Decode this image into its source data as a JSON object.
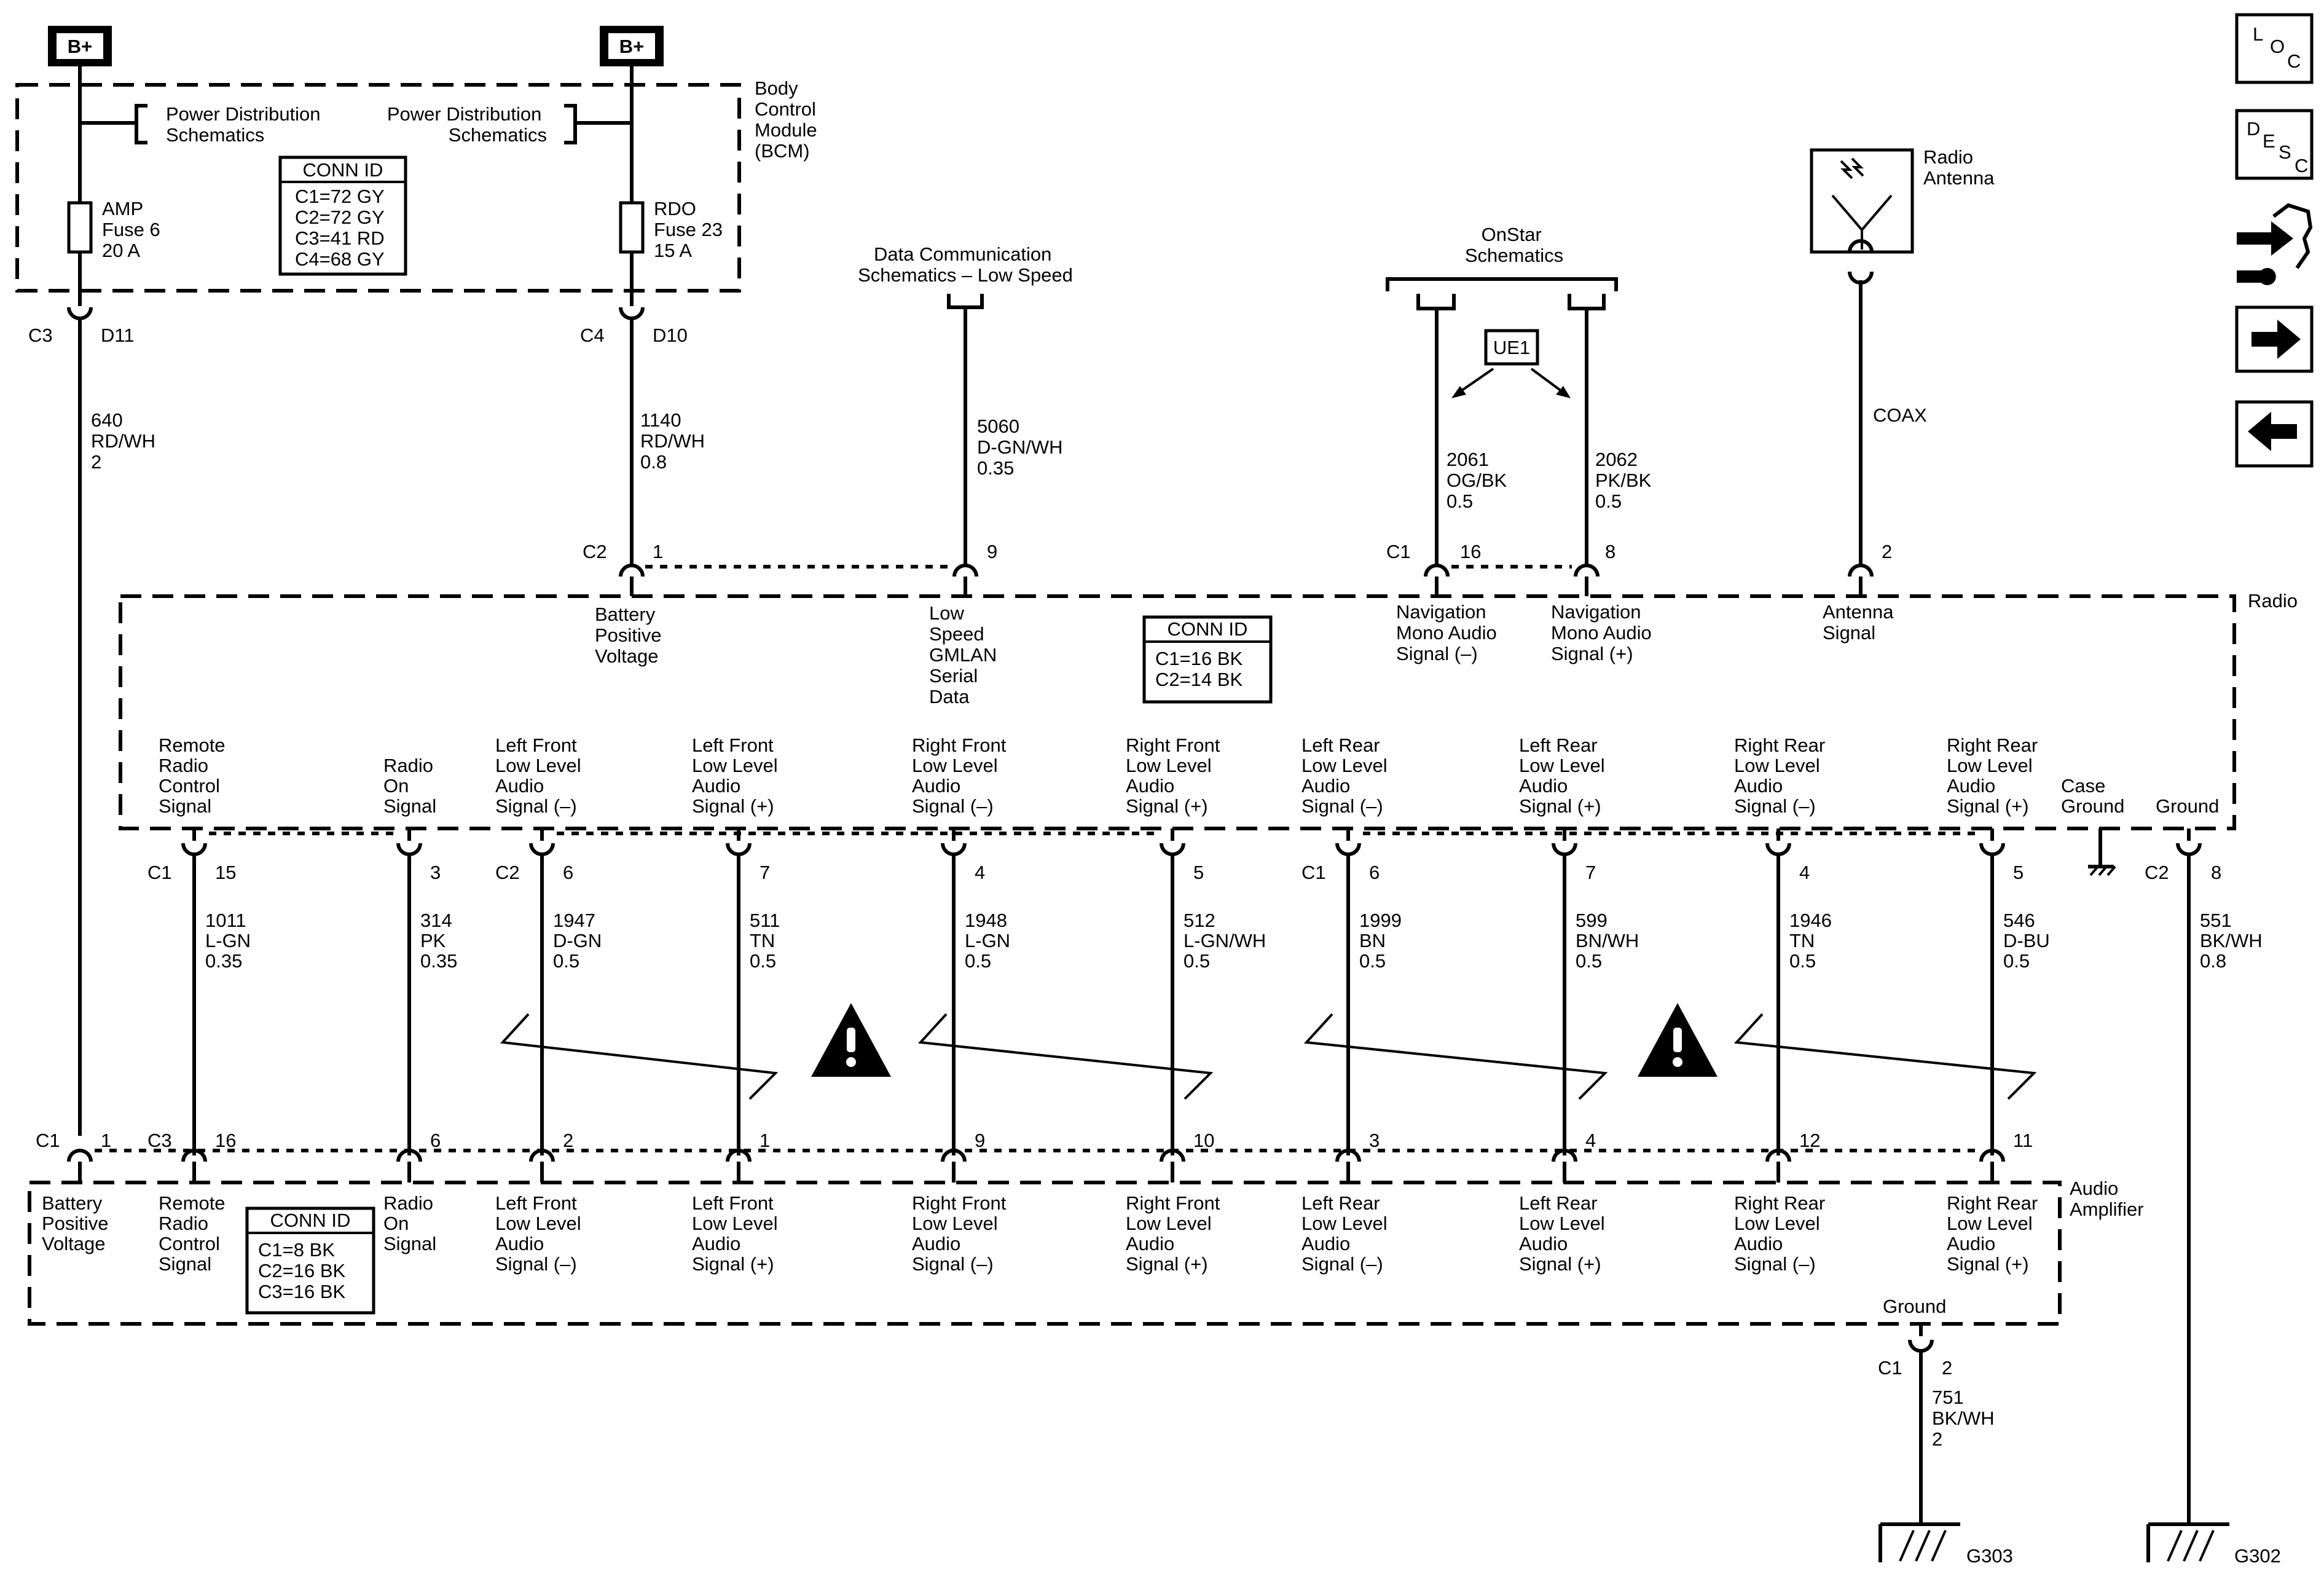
{
  "power": {
    "bplus": "B+"
  },
  "bcm": {
    "title": [
      "Body",
      "Control",
      "Module",
      "(BCM)"
    ],
    "pd_left": [
      "Power Distribution",
      "Schematics"
    ],
    "pd_right": [
      "Power Distribution",
      "Schematics"
    ],
    "conn_title": "CONN ID",
    "conn": [
      "C1=72 GY",
      "C2=72 GY",
      "C3=41 RD",
      "C4=68 GY"
    ],
    "fuse_left": [
      "AMP",
      "Fuse 6",
      "20 A"
    ],
    "fuse_right": [
      "RDO",
      "Fuse 23",
      "15 A"
    ],
    "pin_left_conn": "C3",
    "pin_left": "D11",
    "pin_right_conn": "C4",
    "pin_right": "D10"
  },
  "top_refs": {
    "data_comm": [
      "Data Communication",
      "Schematics – Low Speed"
    ],
    "onstar": [
      "OnStar",
      "Schematics"
    ],
    "ue1": "UE1",
    "antenna": [
      "Radio",
      "Antenna"
    ],
    "coax": "COAX"
  },
  "radio": {
    "title": "Radio",
    "conn_title": "CONN ID",
    "conn": [
      "C1=16 BK",
      "C2=14 BK"
    ],
    "top_pins": [
      {
        "conn": "C2",
        "pin": "1",
        "label": [
          "Battery",
          "Positive",
          "Voltage"
        ]
      },
      {
        "conn": "",
        "pin": "9",
        "label": [
          "Low",
          "Speed",
          "GMLAN",
          "Serial",
          "Data"
        ]
      },
      {
        "conn": "C1",
        "pin": "16",
        "label": [
          "Navigation",
          "Mono Audio",
          "Signal (–)"
        ]
      },
      {
        "conn": "",
        "pin": "8",
        "label": [
          "Navigation",
          "Mono Audio",
          "Signal (+)"
        ]
      },
      {
        "conn": "",
        "pin": "2",
        "label": [
          "Antenna",
          "Signal"
        ]
      }
    ],
    "bottom_pins": [
      {
        "conn": "C1",
        "pin": "15",
        "label": [
          "Remote",
          "Radio",
          "Control",
          "Signal"
        ]
      },
      {
        "conn": "",
        "pin": "3",
        "label": [
          "Radio",
          "On",
          "Signal"
        ]
      },
      {
        "conn": "C2",
        "pin": "6",
        "label": [
          "Left Front",
          "Low Level",
          "Audio",
          "Signal (–)"
        ]
      },
      {
        "conn": "",
        "pin": "7",
        "label": [
          "Left Front",
          "Low Level",
          "Audio",
          "Signal (+)"
        ]
      },
      {
        "conn": "",
        "pin": "4",
        "label": [
          "Right Front",
          "Low Level",
          "Audio",
          "Signal (–)"
        ]
      },
      {
        "conn": "",
        "pin": "5",
        "label": [
          "Right Front",
          "Low Level",
          "Audio",
          "Signal (+)"
        ]
      },
      {
        "conn": "C1",
        "pin": "6",
        "label": [
          "Left Rear",
          "Low Level",
          "Audio",
          "Signal (–)"
        ]
      },
      {
        "conn": "",
        "pin": "7",
        "label": [
          "Left Rear",
          "Low Level",
          "Audio",
          "Signal (+)"
        ]
      },
      {
        "conn": "",
        "pin": "4",
        "label": [
          "Right Rear",
          "Low Level",
          "Audio",
          "Signal (–)"
        ]
      },
      {
        "conn": "",
        "pin": "5",
        "label": [
          "Right Rear",
          "Low Level",
          "Audio",
          "Signal (+)"
        ]
      },
      {
        "conn": "",
        "pin": "",
        "label": [
          "Case",
          "Ground"
        ]
      },
      {
        "conn": "C2",
        "pin": "8",
        "label": [
          "Ground"
        ]
      }
    ]
  },
  "wires_top": [
    {
      "circuit": "640",
      "color": "RD/WH",
      "gauge": "2"
    },
    {
      "circuit": "1140",
      "color": "RD/WH",
      "gauge": "0.8"
    },
    {
      "circuit": "5060",
      "color": "D-GN/WH",
      "gauge": "0.35"
    },
    {
      "circuit": "2061",
      "color": "OG/BK",
      "gauge": "0.5"
    },
    {
      "circuit": "2062",
      "color": "PK/BK",
      "gauge": "0.5"
    }
  ],
  "wires_mid": [
    {
      "circuit": "1011",
      "color": "L-GN",
      "gauge": "0.35"
    },
    {
      "circuit": "314",
      "color": "PK",
      "gauge": "0.35"
    },
    {
      "circuit": "1947",
      "color": "D-GN",
      "gauge": "0.5"
    },
    {
      "circuit": "511",
      "color": "TN",
      "gauge": "0.5"
    },
    {
      "circuit": "1948",
      "color": "L-GN",
      "gauge": "0.5"
    },
    {
      "circuit": "512",
      "color": "L-GN/WH",
      "gauge": "0.5"
    },
    {
      "circuit": "1999",
      "color": "BN",
      "gauge": "0.5"
    },
    {
      "circuit": "599",
      "color": "BN/WH",
      "gauge": "0.5"
    },
    {
      "circuit": "1946",
      "color": "TN",
      "gauge": "0.5"
    },
    {
      "circuit": "546",
      "color": "D-BU",
      "gauge": "0.5"
    },
    {
      "circuit": "551",
      "color": "BK/WH",
      "gauge": "0.8"
    }
  ],
  "amp": {
    "title": [
      "Audio",
      "Amplifier"
    ],
    "conn_title": "CONN ID",
    "conn": [
      "C1=8 BK",
      "C2=16 BK",
      "C3=16 BK"
    ],
    "pins": [
      {
        "conn": "C1",
        "pin": "1",
        "label": [
          "Battery",
          "Positive",
          "Voltage"
        ]
      },
      {
        "conn": "C3",
        "pin": "16",
        "label": [
          "Remote",
          "Radio",
          "Control",
          "Signal"
        ]
      },
      {
        "conn": "",
        "pin": "6",
        "label": [
          "Radio",
          "On",
          "Signal"
        ]
      },
      {
        "conn": "",
        "pin": "2",
        "label": [
          "Left Front",
          "Low Level",
          "Audio",
          "Signal (–)"
        ]
      },
      {
        "conn": "",
        "pin": "1",
        "label": [
          "Left Front",
          "Low Level",
          "Audio",
          "Signal (+)"
        ]
      },
      {
        "conn": "",
        "pin": "9",
        "label": [
          "Right Front",
          "Low Level",
          "Audio",
          "Signal (–)"
        ]
      },
      {
        "conn": "",
        "pin": "10",
        "label": [
          "Right Front",
          "Low Level",
          "Audio",
          "Signal (+)"
        ]
      },
      {
        "conn": "",
        "pin": "3",
        "label": [
          "Left Rear",
          "Low Level",
          "Audio",
          "Signal (–)"
        ]
      },
      {
        "conn": "",
        "pin": "4",
        "label": [
          "Left Rear",
          "Low Level",
          "Audio",
          "Signal (+)"
        ]
      },
      {
        "conn": "",
        "pin": "12",
        "label": [
          "Right Rear",
          "Low Level",
          "Audio",
          "Signal (–)"
        ]
      },
      {
        "conn": "",
        "pin": "11",
        "label": [
          "Right Rear",
          "Low Level",
          "Audio",
          "Signal (+)"
        ]
      }
    ],
    "ground_label": "Ground",
    "ground_conn": "C1",
    "ground_pin": "2",
    "ground_wire": {
      "circuit": "751",
      "color": "BK/WH",
      "gauge": "2"
    }
  },
  "grounds": [
    "G303",
    "G302"
  ],
  "nav": {
    "loc": [
      "L",
      "O",
      "C"
    ],
    "desc": [
      "D",
      "E",
      "S",
      "C"
    ],
    "vehicle_icon": "vehicle-repair-icon",
    "next_icon": "arrow-right-icon",
    "prev_icon": "arrow-left-icon"
  }
}
